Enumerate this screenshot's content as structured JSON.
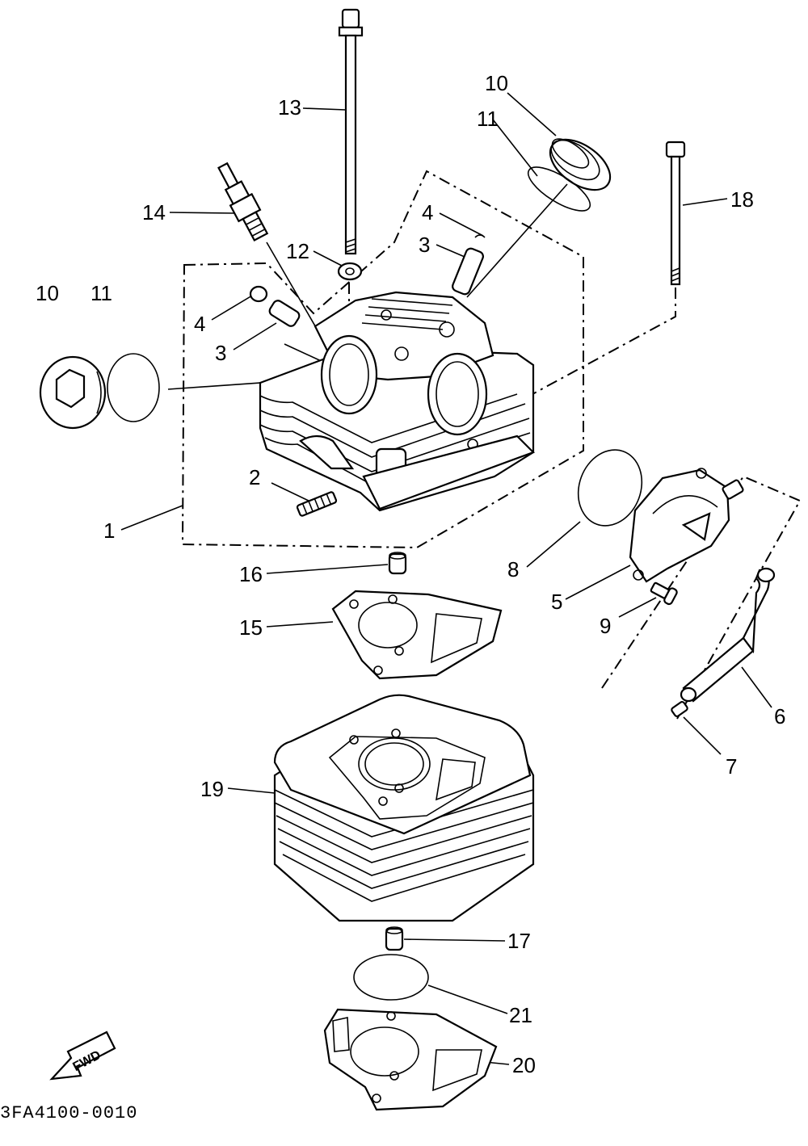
{
  "diagram": {
    "drawing_code": "3FA4100-0010",
    "direction_label": "FWD",
    "callouts": {
      "c1": "1",
      "c2": "2",
      "c3a": "3",
      "c3b": "3",
      "c4a": "4",
      "c4b": "4",
      "c5": "5",
      "c6": "6",
      "c7": "7",
      "c8": "8",
      "c9": "9",
      "c10a": "10",
      "c10b": "10",
      "c11a": "11",
      "c11b": "11",
      "c12": "12",
      "c13": "13",
      "c14": "14",
      "c15": "15",
      "c16": "16",
      "c17": "17",
      "c18": "18",
      "c19": "19",
      "c20": "20",
      "c21": "21"
    }
  }
}
